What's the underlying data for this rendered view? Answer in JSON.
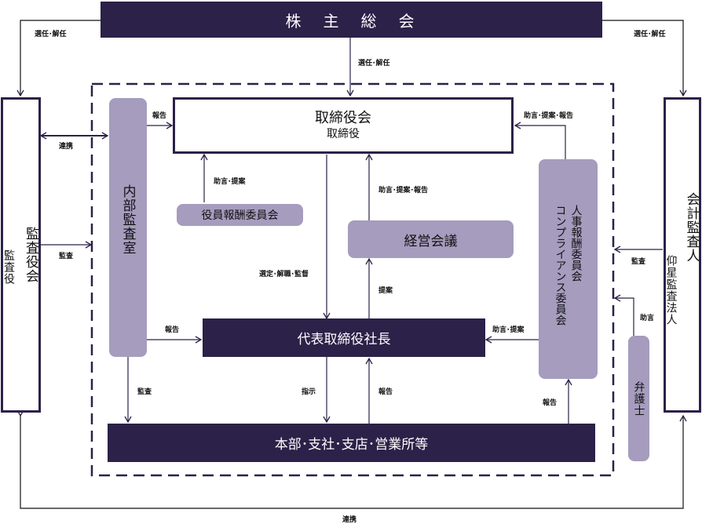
{
  "nodes": {
    "shareholders_meeting": "株　主　総　会",
    "board": {
      "title": "取締役会",
      "subtitle": "取締役"
    },
    "audit_board": {
      "title": "監査役会",
      "subtitle": "監査役"
    },
    "internal_audit": "内部監査室",
    "compensation_committee": "役員報酬委員会",
    "management_meeting": "経営会議",
    "hr_compliance": {
      "line1": "人事報酬委員会",
      "line2": "コンプライアンス委員会"
    },
    "president": "代表取締役社長",
    "divisions": "本部･支社･支店･営業所等",
    "accounting_auditor": {
      "title": "会計監査人",
      "subtitle": "仰星監査法人"
    },
    "lawyer": "弁護士"
  },
  "labels": {
    "elect_dismiss_left": "選任･解任",
    "elect_dismiss_right": "選任･解任",
    "elect_dismiss_center": "選任･解任",
    "cooperation_top": "連携",
    "audit_left": "監査",
    "report_internal_to_board": "報告",
    "advice_proposal_comp": "助言･提案",
    "select_dismiss_supervise": "選定･解職･監督",
    "advice_proposal_report_mgmt": "助言･提案･報告",
    "proposal_mgmt": "提案",
    "advice_proposal_report_hr": "助言･提案･報告",
    "audit_right": "監査",
    "advice_lawyer": "助言",
    "report_internal_to_president": "報告",
    "advice_proposal_hr": "助言･提案",
    "audit_internal_down": "監査",
    "instruction": "指示",
    "report_divisions_to_president": "報告",
    "report_divisions_to_hr": "報告",
    "cooperation_bottom": "連携"
  }
}
